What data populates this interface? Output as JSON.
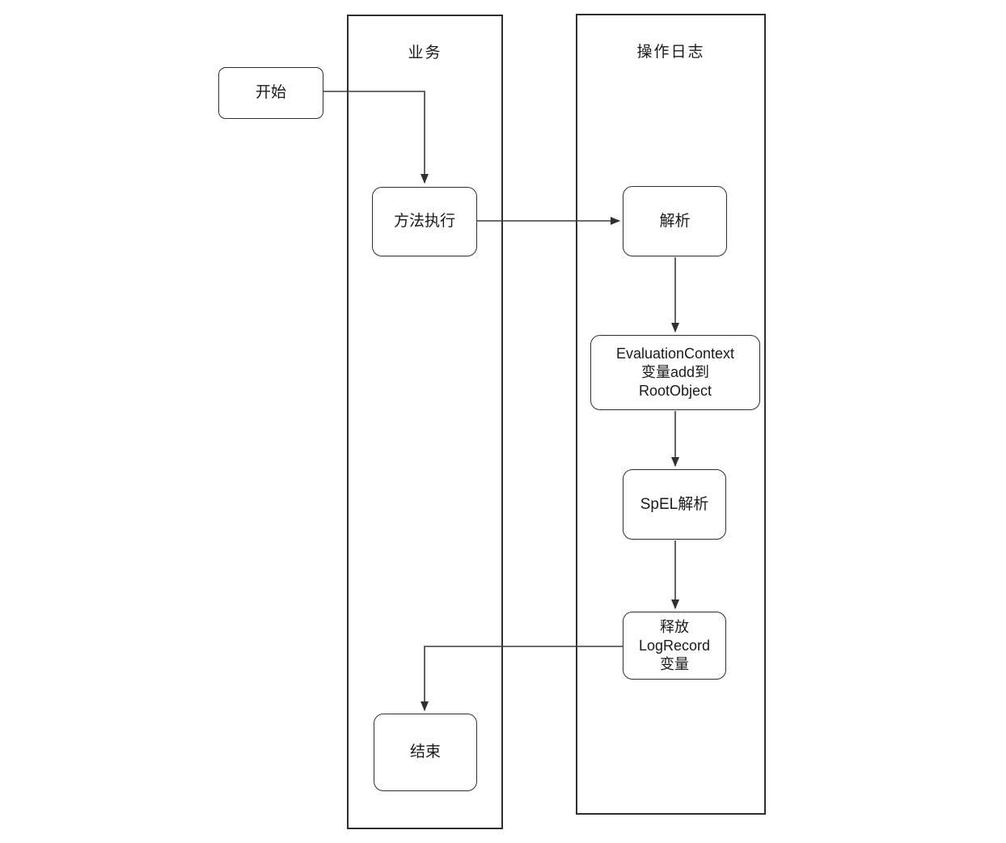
{
  "colors": {
    "background": "#ffffff",
    "stroke": "#303030",
    "text": "#1a1a1a"
  },
  "lanes": [
    {
      "title": "业务"
    },
    {
      "title": "操作日志"
    }
  ],
  "nodes": {
    "start": {
      "label": "开始"
    },
    "method_exec": {
      "label": "方法执行"
    },
    "parse": {
      "label": "解析"
    },
    "eval_context": {
      "lines": [
        "EvaluationContext",
        "变量add到",
        "RootObject"
      ]
    },
    "spel_parse": {
      "label": "SpEL解析"
    },
    "release_logrecord": {
      "lines": [
        "释放",
        "LogRecord",
        "变量"
      ]
    },
    "end": {
      "label": "结束"
    }
  }
}
